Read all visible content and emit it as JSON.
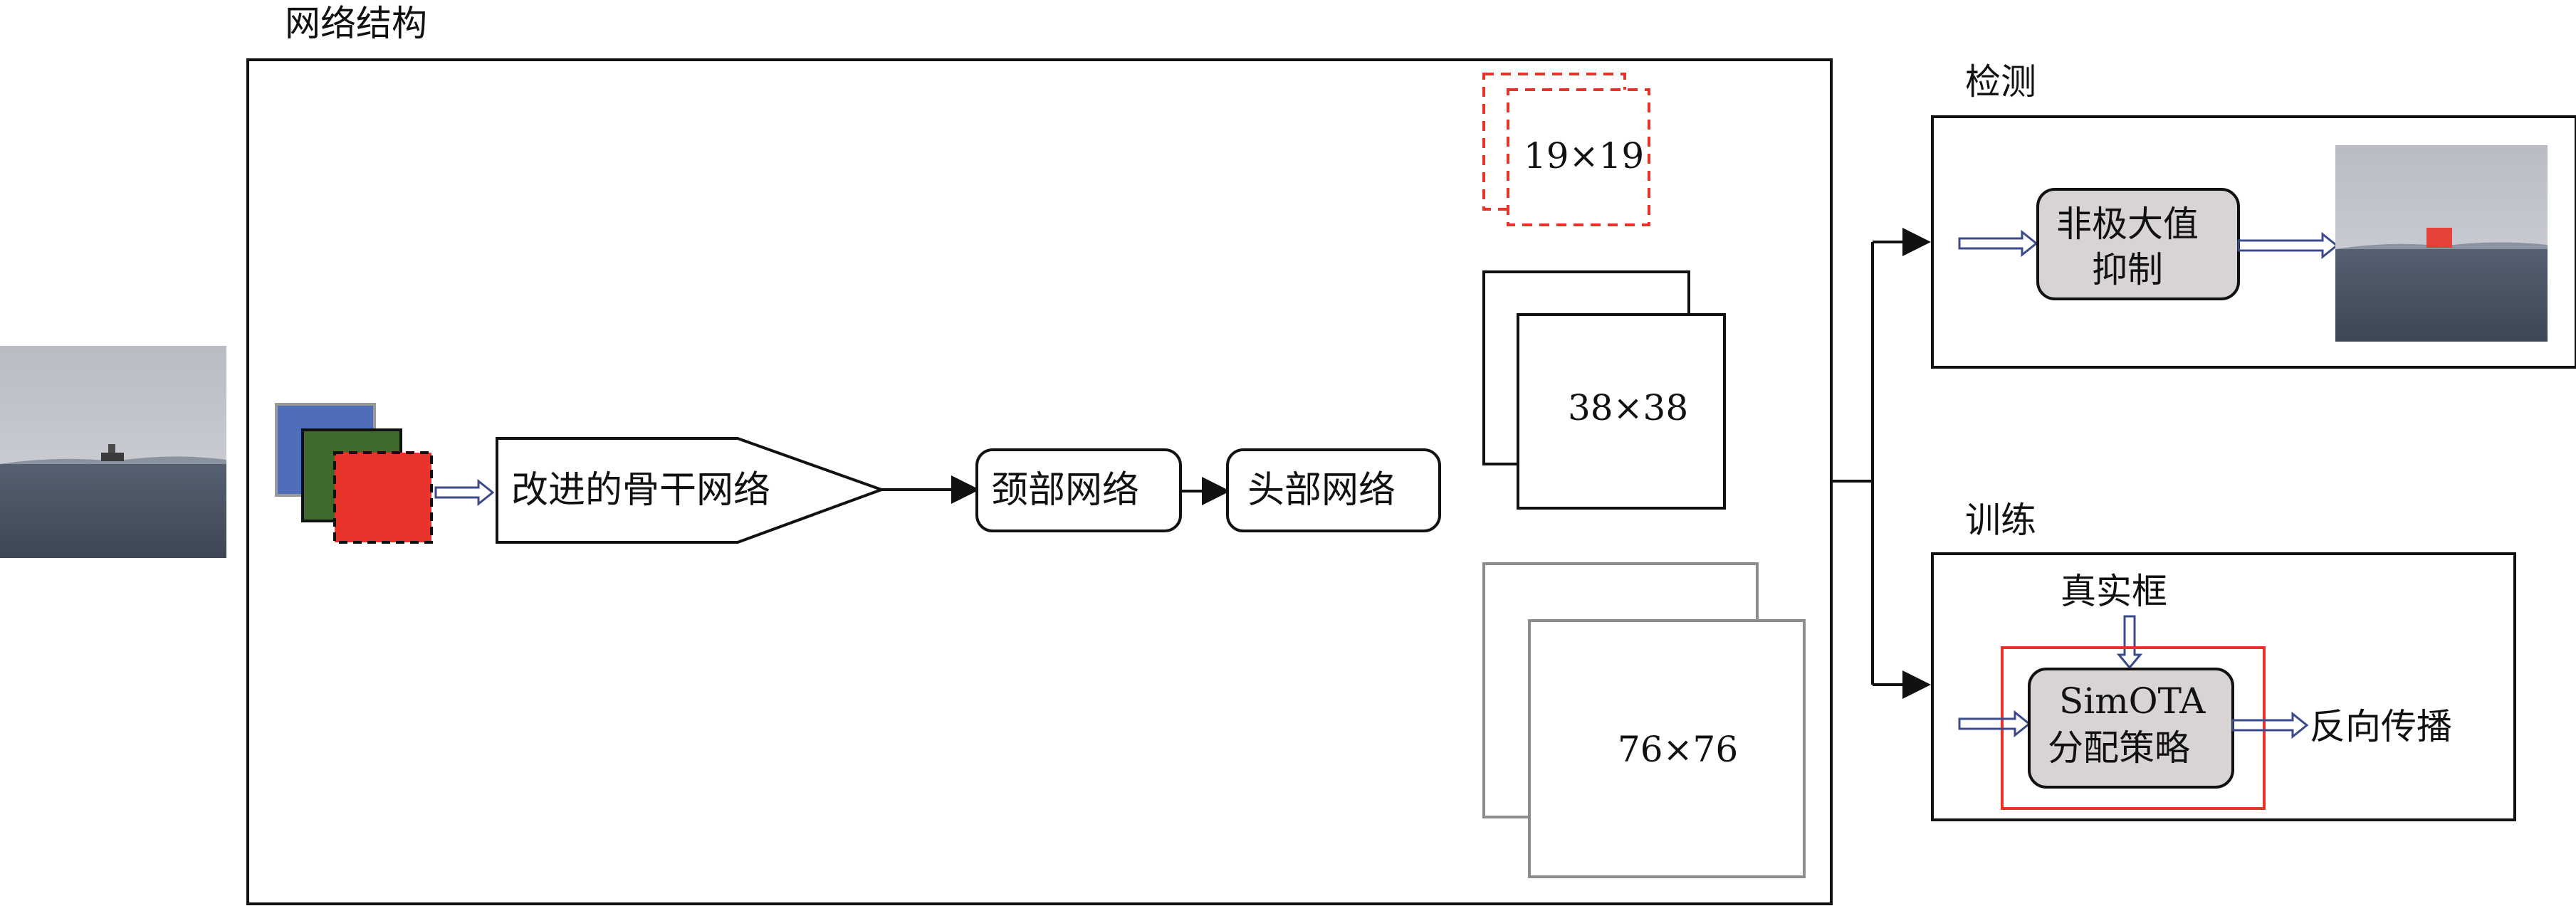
{
  "network": {
    "title": "网络结构"
  },
  "backbone": {
    "label": "改进的骨干网络"
  },
  "neck": {
    "label": "颈部网络"
  },
  "head": {
    "label": "头部网络"
  },
  "feature_maps": [
    {
      "label": "19×19"
    },
    {
      "label": "38×38"
    },
    {
      "label": "76×76"
    }
  ],
  "detect": {
    "title": "检测",
    "nms_line1": "非极大值",
    "nms_line2": "抑制"
  },
  "train": {
    "title": "训练",
    "gt_label": "真实框",
    "simota_line1": "SimOTA",
    "simota_line2": "分配策略",
    "backprop_label": "反向传播"
  },
  "colors": {
    "rgb_blue": "#4f6db8",
    "rgb_green": "#3f6a2e",
    "rgb_red": "#e8332b",
    "arrow_hollow": "#3b4a8a",
    "red_dashed": "#e8332b",
    "gray_box": "#d8d4d3"
  }
}
